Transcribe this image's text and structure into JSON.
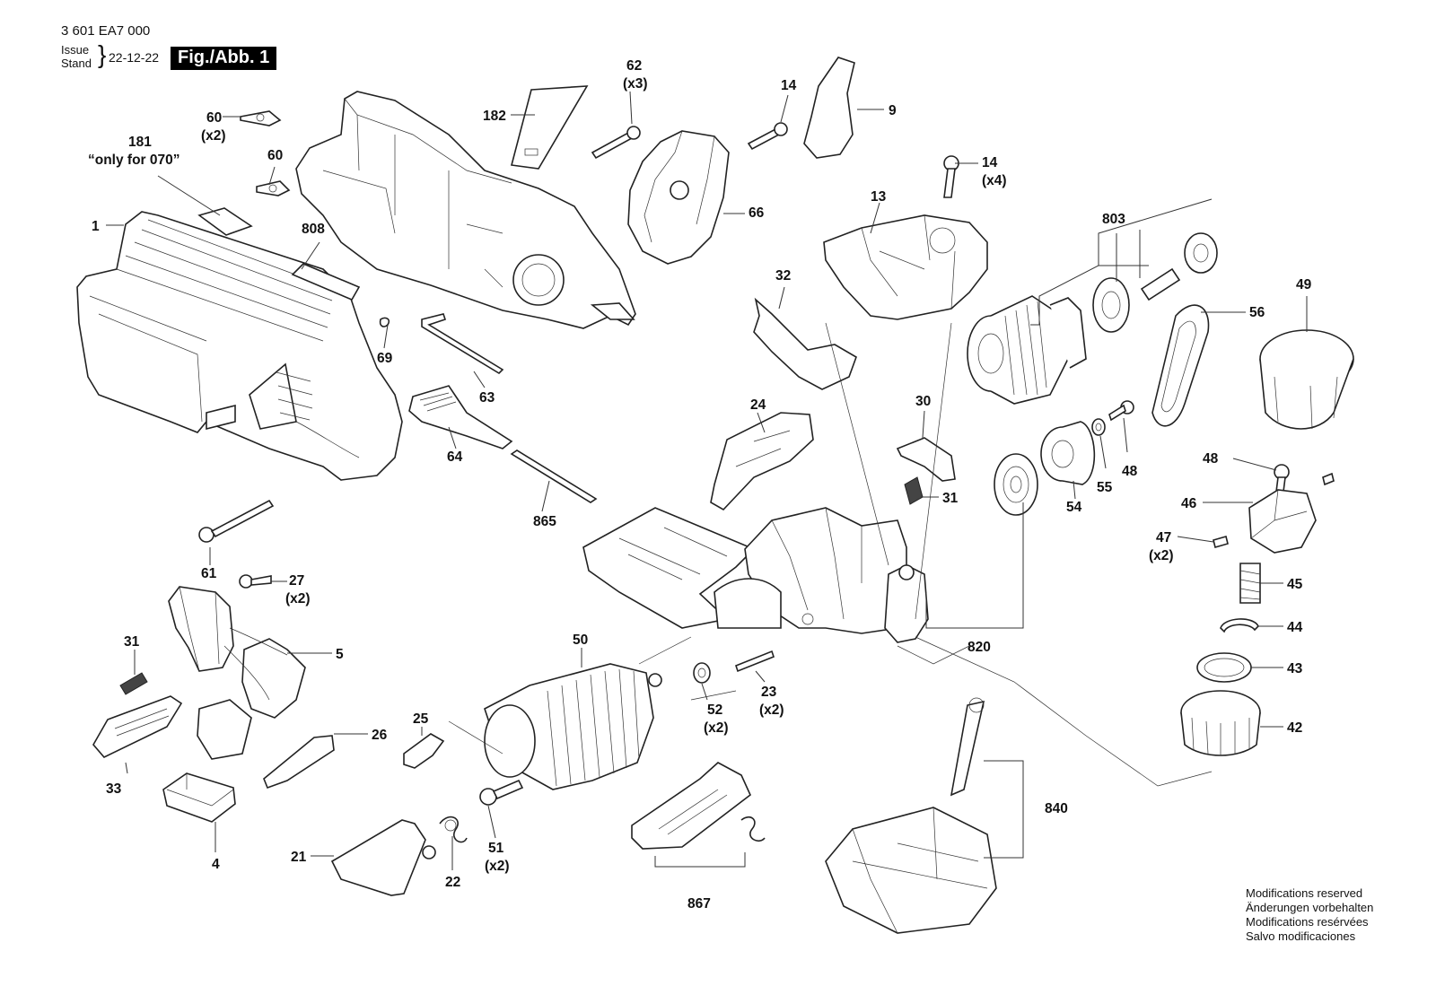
{
  "header": {
    "doc_number": "3 601 EA7 000",
    "issue_label": "Issue",
    "stand_label": "Stand",
    "brace": "}",
    "issue_date": "22-12-22",
    "figure_badge": "Fig./Abb. 1"
  },
  "footer": {
    "modifications": [
      "Modifications reserved",
      "Änderungen vorbehalten",
      "Modifications resérvées",
      "Salvo modificaciones"
    ]
  },
  "callouts": {
    "p1": "1",
    "p181": "181",
    "p181_note": "“only for 070”",
    "p60a": "60",
    "p60a_qty": "(x2)",
    "p60b": "60",
    "p182": "182",
    "p62": "62",
    "p62_qty": "(x3)",
    "p14a": "14",
    "p9": "9",
    "p14b": "14",
    "p14b_qty": "(x4)",
    "p13": "13",
    "p66": "66",
    "p808": "808",
    "p69": "69",
    "p63": "63",
    "p64": "64",
    "p865": "865",
    "p32": "32",
    "p24": "24",
    "p30": "30",
    "p31a": "31",
    "p803": "803",
    "p49": "49",
    "p56": "56",
    "p48a": "48",
    "p55": "55",
    "p54": "54",
    "p48b": "48",
    "p46": "46",
    "p47": "47",
    "p47_qty": "(x2)",
    "p45": "45",
    "p44": "44",
    "p43": "43",
    "p42": "42",
    "p61": "61",
    "p27": "27",
    "p27_qty": "(x2)",
    "p31b": "31",
    "p5": "5",
    "p26": "26",
    "p33": "33",
    "p4": "4",
    "p25": "25",
    "p50": "50",
    "p52": "52",
    "p52_qty": "(x2)",
    "p23": "23",
    "p23_qty": "(x2)",
    "p820": "820",
    "p840": "840",
    "p51": "51",
    "p51_qty": "(x2)",
    "p21": "21",
    "p22": "22",
    "p867": "867"
  }
}
